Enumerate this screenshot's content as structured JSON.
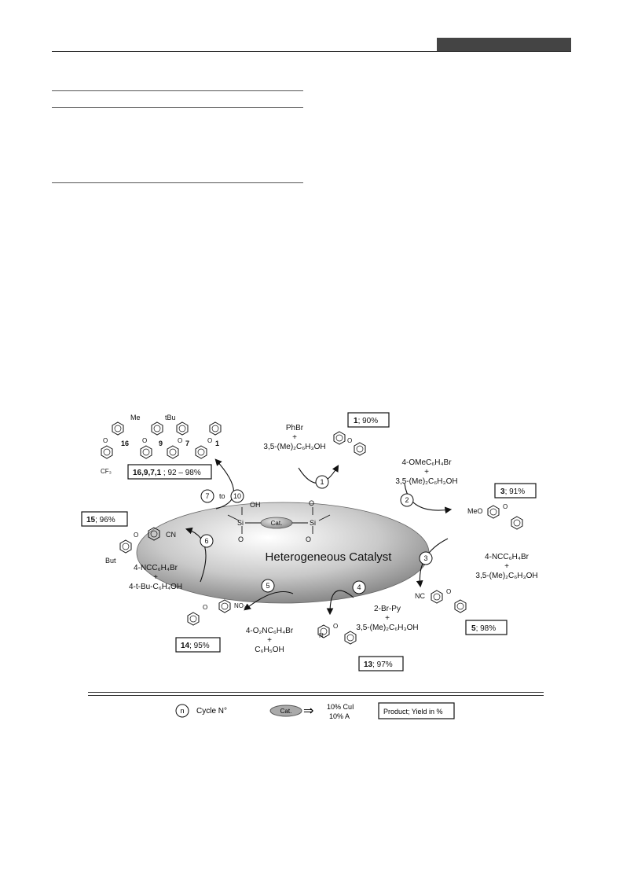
{
  "catalyst": {
    "title": "Heterogeneous Catalyst",
    "cat_label": "Cat.",
    "atoms": [
      "OH",
      "Si",
      "O",
      "O",
      "Si",
      "O"
    ]
  },
  "cycles": [
    {
      "n": "1",
      "reagents": [
        "PhBr",
        "+",
        "3,5-(Me)₂C₆H₃OH"
      ],
      "product": "1",
      "yield": "; 90%"
    },
    {
      "n": "2",
      "reagents": [
        "4-OMeC₆H₄Br",
        "+",
        "3,5-(Me)₂C₆H₃OH"
      ],
      "product": "3",
      "yield": "; 91%"
    },
    {
      "n": "3",
      "reagents": [
        "4-NCC₆H₄Br",
        "+",
        "3,5-(Me)₂C₆H₃OH"
      ],
      "product": "5",
      "yield": "; 98%"
    },
    {
      "n": "4",
      "reagents": [
        "2-Br-Py",
        "+",
        "3,5-(Me)₂C₆H₃OH"
      ],
      "product": "13",
      "yield": "; 97%"
    },
    {
      "n": "5",
      "reagents": [
        "4-O₂NC₆H₄Br",
        "+",
        "C₆H₅OH"
      ],
      "product": "14",
      "yield": "; 95%"
    },
    {
      "n": "6",
      "reagents": [
        "4-NCC₆H₄Br",
        "+",
        "4-t-Bu-C₆H₄OH"
      ],
      "product": "15",
      "yield": "; 96%"
    }
  ],
  "cycle_range": {
    "from": "7",
    "to_word": "to",
    "to": "10",
    "products": "16,9,7,1",
    "yield": " ; 92 – 98%"
  },
  "structure_labels": {
    "me": "Me",
    "tbu": "tBu",
    "cf3": "CF₃",
    "meo": "MeO",
    "nc": "NC",
    "cn": "CN",
    "but": "But",
    "no2": "NO₂",
    "o": "O",
    "n": "N",
    "num16": "16",
    "num9": "9",
    "num7": "7",
    "num1": "1"
  },
  "legend": {
    "cycle_symbol": "n",
    "cycle_label": "Cycle N°",
    "cat": "Cat.",
    "arrow": "⇒",
    "cat_line1": "10% CuI",
    "cat_line2": "10% A",
    "product_box": "Product; Yield in %"
  }
}
